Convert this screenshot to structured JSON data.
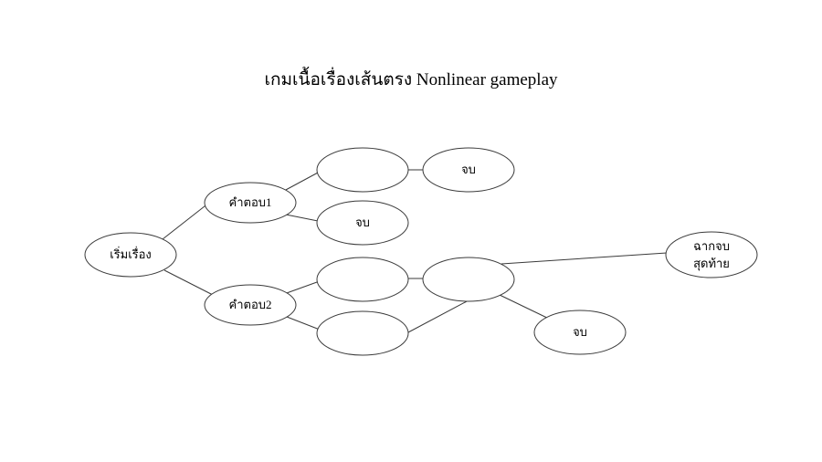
{
  "title": "เกมเนื้อเรื่องเส้นตรง Nonlinear gameplay",
  "nodes": {
    "start": "เริ่มเรื่อง",
    "answer1": "คำตอบ1",
    "answer2": "คำตอบ2",
    "a1_top": "",
    "a1_end": "จบ",
    "a1_top_end": "จบ",
    "a2_top": "",
    "a2_bottom": "",
    "merge": "",
    "merge_end": "จบ",
    "final_line1": "ฉากจบ",
    "final_line2": "สุดท้าย"
  },
  "colors": {
    "stroke": "#3a3a3a",
    "text": "#000000",
    "background": "#ffffff"
  }
}
